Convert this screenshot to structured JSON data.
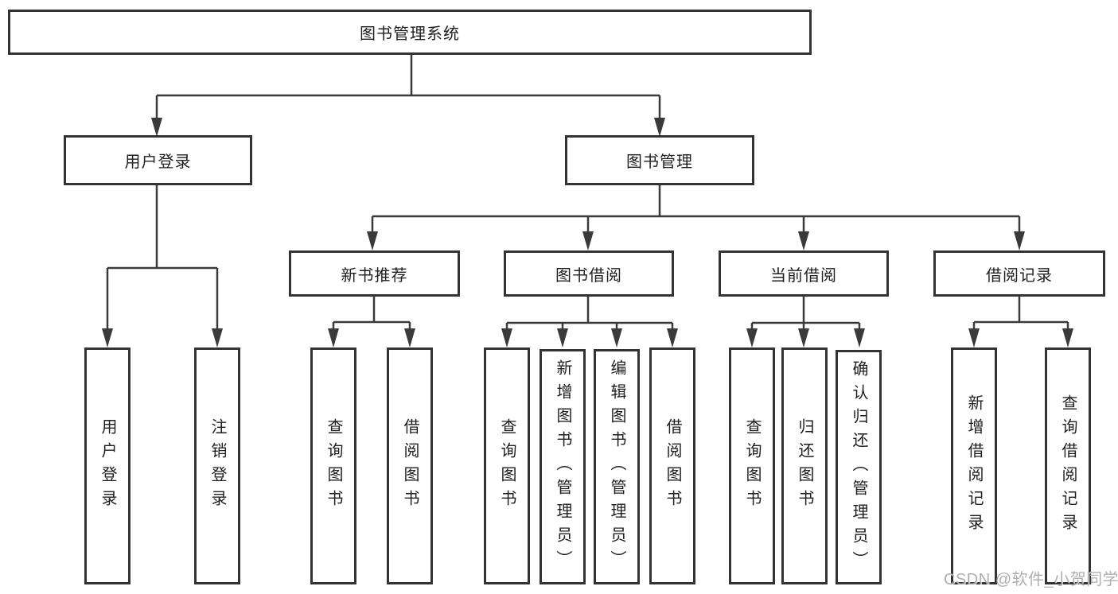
{
  "diagram": {
    "nodes": {
      "root": "图书管理系统",
      "user_login": "用户登录",
      "book_mgmt": "图书管理",
      "new_book": "新书推荐",
      "book_borrow": "图书借阅",
      "current_borrow": "当前借阅",
      "borrow_record": "借阅记录",
      "leaf_user_login": "用户登录",
      "leaf_logout": "注销登录",
      "leaf_query_books_1": "查询图书",
      "leaf_borrow_books_1": "借阅图书",
      "leaf_query_books_2": "查询图书",
      "leaf_add_book_admin": "新增图书（管理员）",
      "leaf_edit_book_admin": "编辑图书（管理员）",
      "leaf_borrow_books_2": "借阅图书",
      "leaf_query_books_3": "查询图书",
      "leaf_return_book": "归还图书",
      "leaf_confirm_return_admin": "确认归还（管理员）",
      "leaf_add_borrow_record": "新增借阅记录",
      "leaf_query_borrow_record": "查询借阅记录"
    },
    "watermark": "CSDN @软件_小贺同学",
    "colors": {
      "box_border": "#333333",
      "connector_line": "#3a3a3a",
      "text": "#1f1f1f",
      "watermark_text": "#a8a8a8",
      "background": "#ffffff"
    }
  }
}
